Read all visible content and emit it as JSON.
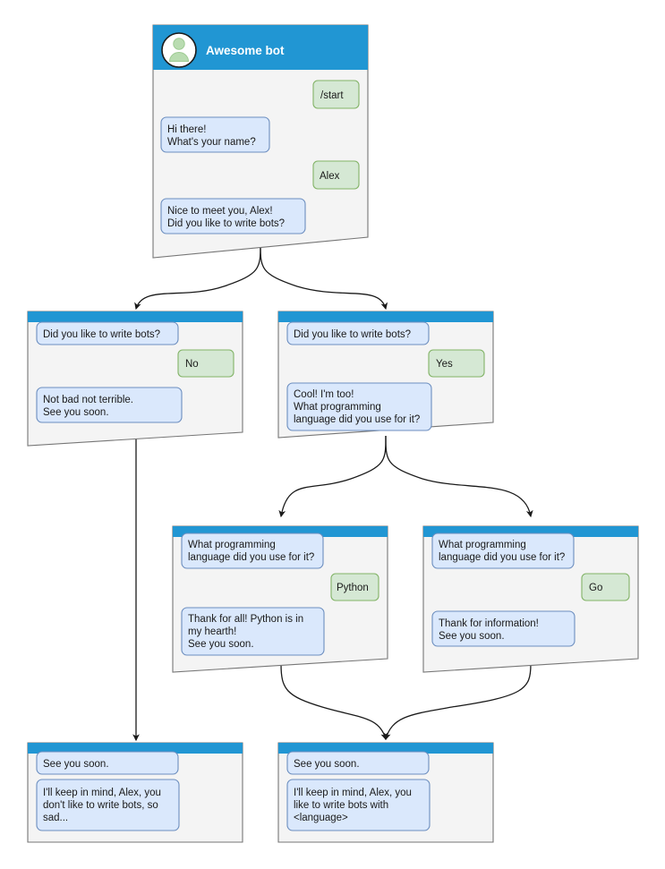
{
  "diagram": {
    "type": "bot-conversation-flowchart",
    "colors": {
      "header_blue": "#2196d3",
      "node_background": "#f4f4f4",
      "node_border": "#767676",
      "bot_bubble_fill": "#dae8fc",
      "bot_bubble_border": "#6c8ebf",
      "user_bubble_fill": "#d5e8d4",
      "user_bubble_border": "#82b366",
      "connector": "#1a1a1a",
      "avatar_fill": "#ffffff",
      "avatar_person": "#b9dcb1",
      "text": "#1a1a1a",
      "title_text": "#ffffff"
    },
    "nodes": [
      {
        "id": "root",
        "title": "Awesome bot",
        "has_avatar": true,
        "avatar_icon": "user-avatar-icon",
        "messages": [
          {
            "from": "user",
            "lines": [
              "/start"
            ]
          },
          {
            "from": "bot",
            "lines": [
              "Hi there!",
              "What's your name?"
            ]
          },
          {
            "from": "user",
            "lines": [
              "Alex"
            ]
          },
          {
            "from": "bot",
            "lines": [
              "Nice to meet you, Alex!",
              "Did you like to write bots?"
            ]
          }
        ]
      },
      {
        "id": "no-branch",
        "title": "",
        "has_avatar": false,
        "messages": [
          {
            "from": "bot",
            "lines": [
              "Did you like to write bots?"
            ]
          },
          {
            "from": "user",
            "lines": [
              "No"
            ]
          },
          {
            "from": "bot",
            "lines": [
              "Not bad not terrible.",
              "See you soon."
            ]
          }
        ]
      },
      {
        "id": "yes-branch",
        "title": "",
        "has_avatar": false,
        "messages": [
          {
            "from": "bot",
            "lines": [
              "Did you like to write bots?"
            ]
          },
          {
            "from": "user",
            "lines": [
              "Yes"
            ]
          },
          {
            "from": "bot",
            "lines": [
              "Cool! I'm too!",
              "What programming",
              "language did you use for it?"
            ]
          }
        ]
      },
      {
        "id": "python-branch",
        "title": "",
        "has_avatar": false,
        "messages": [
          {
            "from": "bot",
            "lines": [
              "What programming",
              "language did you use for it?"
            ]
          },
          {
            "from": "user",
            "lines": [
              "Python"
            ]
          },
          {
            "from": "bot",
            "lines": [
              "Thank for all! Python is in",
              "my hearth!",
              "See you soon."
            ]
          }
        ]
      },
      {
        "id": "go-branch",
        "title": "",
        "has_avatar": false,
        "messages": [
          {
            "from": "bot",
            "lines": [
              "What programming",
              "language did you use for it?"
            ]
          },
          {
            "from": "user",
            "lines": [
              "Go"
            ]
          },
          {
            "from": "bot",
            "lines": [
              "Thank for information!",
              "See you soon."
            ]
          }
        ]
      },
      {
        "id": "end-no",
        "title": "",
        "has_avatar": false,
        "messages": [
          {
            "from": "bot",
            "lines": [
              "See you soon."
            ]
          },
          {
            "from": "bot",
            "lines": [
              "I'll keep in mind, Alex, you",
              "don't like to write bots, so",
              "sad..."
            ]
          }
        ]
      },
      {
        "id": "end-yes",
        "title": "",
        "has_avatar": false,
        "messages": [
          {
            "from": "bot",
            "lines": [
              "See you soon."
            ]
          },
          {
            "from": "bot",
            "lines": [
              "I'll keep in mind, Alex, you",
              "like to write bots with",
              "<language>"
            ]
          }
        ]
      }
    ],
    "edges": [
      {
        "from": "root",
        "to": "no-branch",
        "style": "curved-fork"
      },
      {
        "from": "root",
        "to": "yes-branch",
        "style": "curved-fork"
      },
      {
        "from": "yes-branch",
        "to": "python-branch",
        "style": "curved-fork"
      },
      {
        "from": "yes-branch",
        "to": "go-branch",
        "style": "curved-fork"
      },
      {
        "from": "no-branch",
        "to": "end-no",
        "style": "straight"
      },
      {
        "from": "python-branch",
        "to": "end-yes",
        "style": "curved-merge"
      },
      {
        "from": "go-branch",
        "to": "end-yes",
        "style": "curved-merge"
      }
    ]
  }
}
